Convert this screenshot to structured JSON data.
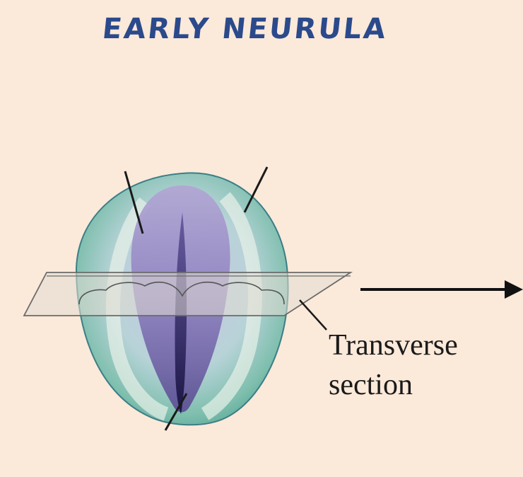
{
  "title": "EARLY NEURULA",
  "label": {
    "line1": "Transverse",
    "line2": "section"
  },
  "colors": {
    "background": "#fbe9da",
    "title": "#2b4a8c",
    "neural_plate": "#6e64a6",
    "ectoderm_green": "#6fb3a0",
    "plane": "#d9d1c5"
  }
}
